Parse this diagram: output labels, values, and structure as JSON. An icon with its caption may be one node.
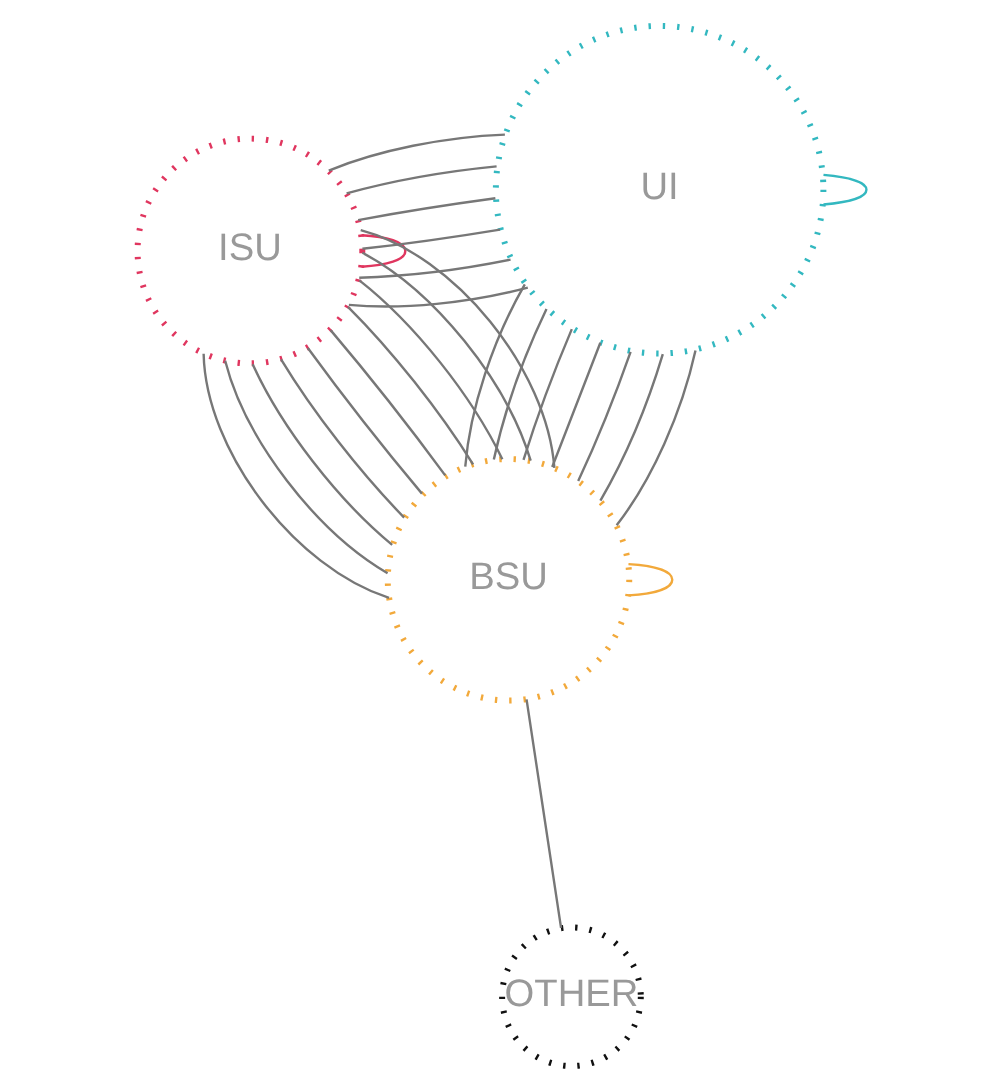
{
  "diagram": {
    "nodes": [
      {
        "text": [
          "ISU"
        ]
      },
      {
        "text": [
          "UI"
        ]
      },
      {
        "text": [
          "OTHER"
        ]
      },
      {
        "text": [
          "BSU"
        ]
      }
    ],
    "edges": [
      {
        "from": 0,
        "to": 0,
        "arrow": "none",
        "color": "#e0365f"
      },
      {
        "from": 1,
        "to": 1,
        "arrow": "none",
        "color": "#33b8c0"
      },
      {
        "from": 3,
        "to": 3,
        "arrow": "none",
        "color": "#f2a93b"
      },
      {
        "from": 1,
        "to": 0,
        "arrow": "none"
      },
      {
        "from": 1,
        "to": 0,
        "arrow": "none"
      },
      {
        "from": 1,
        "to": 0,
        "arrow": "none"
      },
      {
        "from": 1,
        "to": 0,
        "arrow": "none"
      },
      {
        "from": 1,
        "to": 0,
        "arrow": "none"
      },
      {
        "from": 1,
        "to": 0,
        "arrow": "none"
      },
      {
        "from": 0,
        "to": 3,
        "arrow": "none"
      },
      {
        "from": 0,
        "to": 3,
        "arrow": "none"
      },
      {
        "from": 0,
        "to": 3,
        "arrow": "none"
      },
      {
        "from": 0,
        "to": 3,
        "arrow": "none"
      },
      {
        "from": 0,
        "to": 3,
        "arrow": "none"
      },
      {
        "from": 0,
        "to": 3,
        "arrow": "none"
      },
      {
        "from": 0,
        "to": 3,
        "arrow": "none"
      },
      {
        "from": 0,
        "to": 3,
        "arrow": "none"
      },
      {
        "from": 0,
        "to": 3,
        "arrow": "none"
      },
      {
        "from": 0,
        "to": 3,
        "arrow": "none"
      },
      {
        "from": 1,
        "to": 3,
        "arrow": "none"
      },
      {
        "from": 1,
        "to": 3,
        "arrow": "none"
      },
      {
        "from": 1,
        "to": 3,
        "arrow": "none"
      },
      {
        "from": 1,
        "to": 3,
        "arrow": "none"
      },
      {
        "from": 1,
        "to": 3,
        "arrow": "none"
      },
      {
        "from": 1,
        "to": 3,
        "arrow": "none"
      },
      {
        "from": 1,
        "to": 3,
        "arrow": "none"
      },
      {
        "from": 2,
        "to": 3,
        "arrow": "none"
      }
    ]
  }
}
